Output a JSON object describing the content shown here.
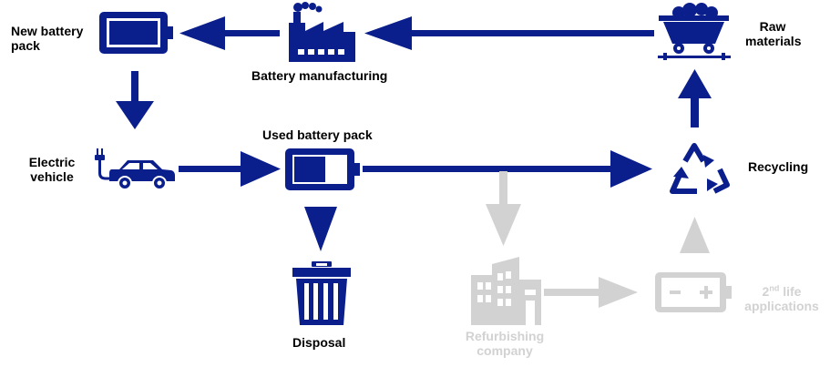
{
  "colors": {
    "primary": "#0a1e8c",
    "inactive": "#d2d2d2",
    "text": "#000000"
  },
  "nodes": {
    "new_battery_pack": {
      "label_line1": "New battery",
      "label_line2": "pack",
      "icon": "battery-full-icon"
    },
    "battery_manufacturing": {
      "label": "Battery manufacturing",
      "icon": "factory-icon"
    },
    "raw_materials": {
      "label_line1": "Raw",
      "label_line2": "materials",
      "icon": "mine-cart-icon"
    },
    "electric_vehicle": {
      "label_line1": "Electric",
      "label_line2": "vehicle",
      "icon": "electric-car-icon"
    },
    "used_battery_pack": {
      "label": "Used battery pack",
      "icon": "battery-partial-icon"
    },
    "recycling": {
      "label": "Recycling",
      "icon": "recycle-icon"
    },
    "disposal": {
      "label": "Disposal",
      "icon": "trash-bin-icon"
    },
    "refurbishing_company": {
      "label_line1": "Refurbishing",
      "label_line2": "company",
      "icon": "building-icon"
    },
    "second_life": {
      "label_num": "2",
      "label_sup": "nd",
      "label_line1_rest": " life",
      "label_line2": "applications",
      "icon": "battery-plus-minus-icon"
    }
  }
}
